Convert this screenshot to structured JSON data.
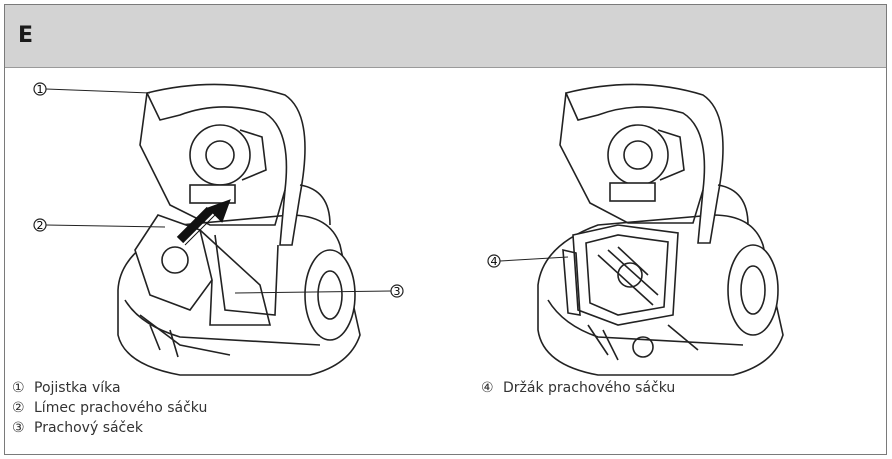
{
  "section": {
    "letter": "E"
  },
  "callouts": {
    "c1": "1",
    "c2": "2",
    "c3": "3",
    "c4": "4"
  },
  "legend": {
    "left": [
      {
        "num": "①",
        "text": "Pojistka víka"
      },
      {
        "num": "②",
        "text": "Límec prachového sáčku"
      },
      {
        "num": "③",
        "text": "Prachový sáček"
      }
    ],
    "right": [
      {
        "num": "④",
        "text": "Držák prachového sáčku"
      }
    ]
  }
}
